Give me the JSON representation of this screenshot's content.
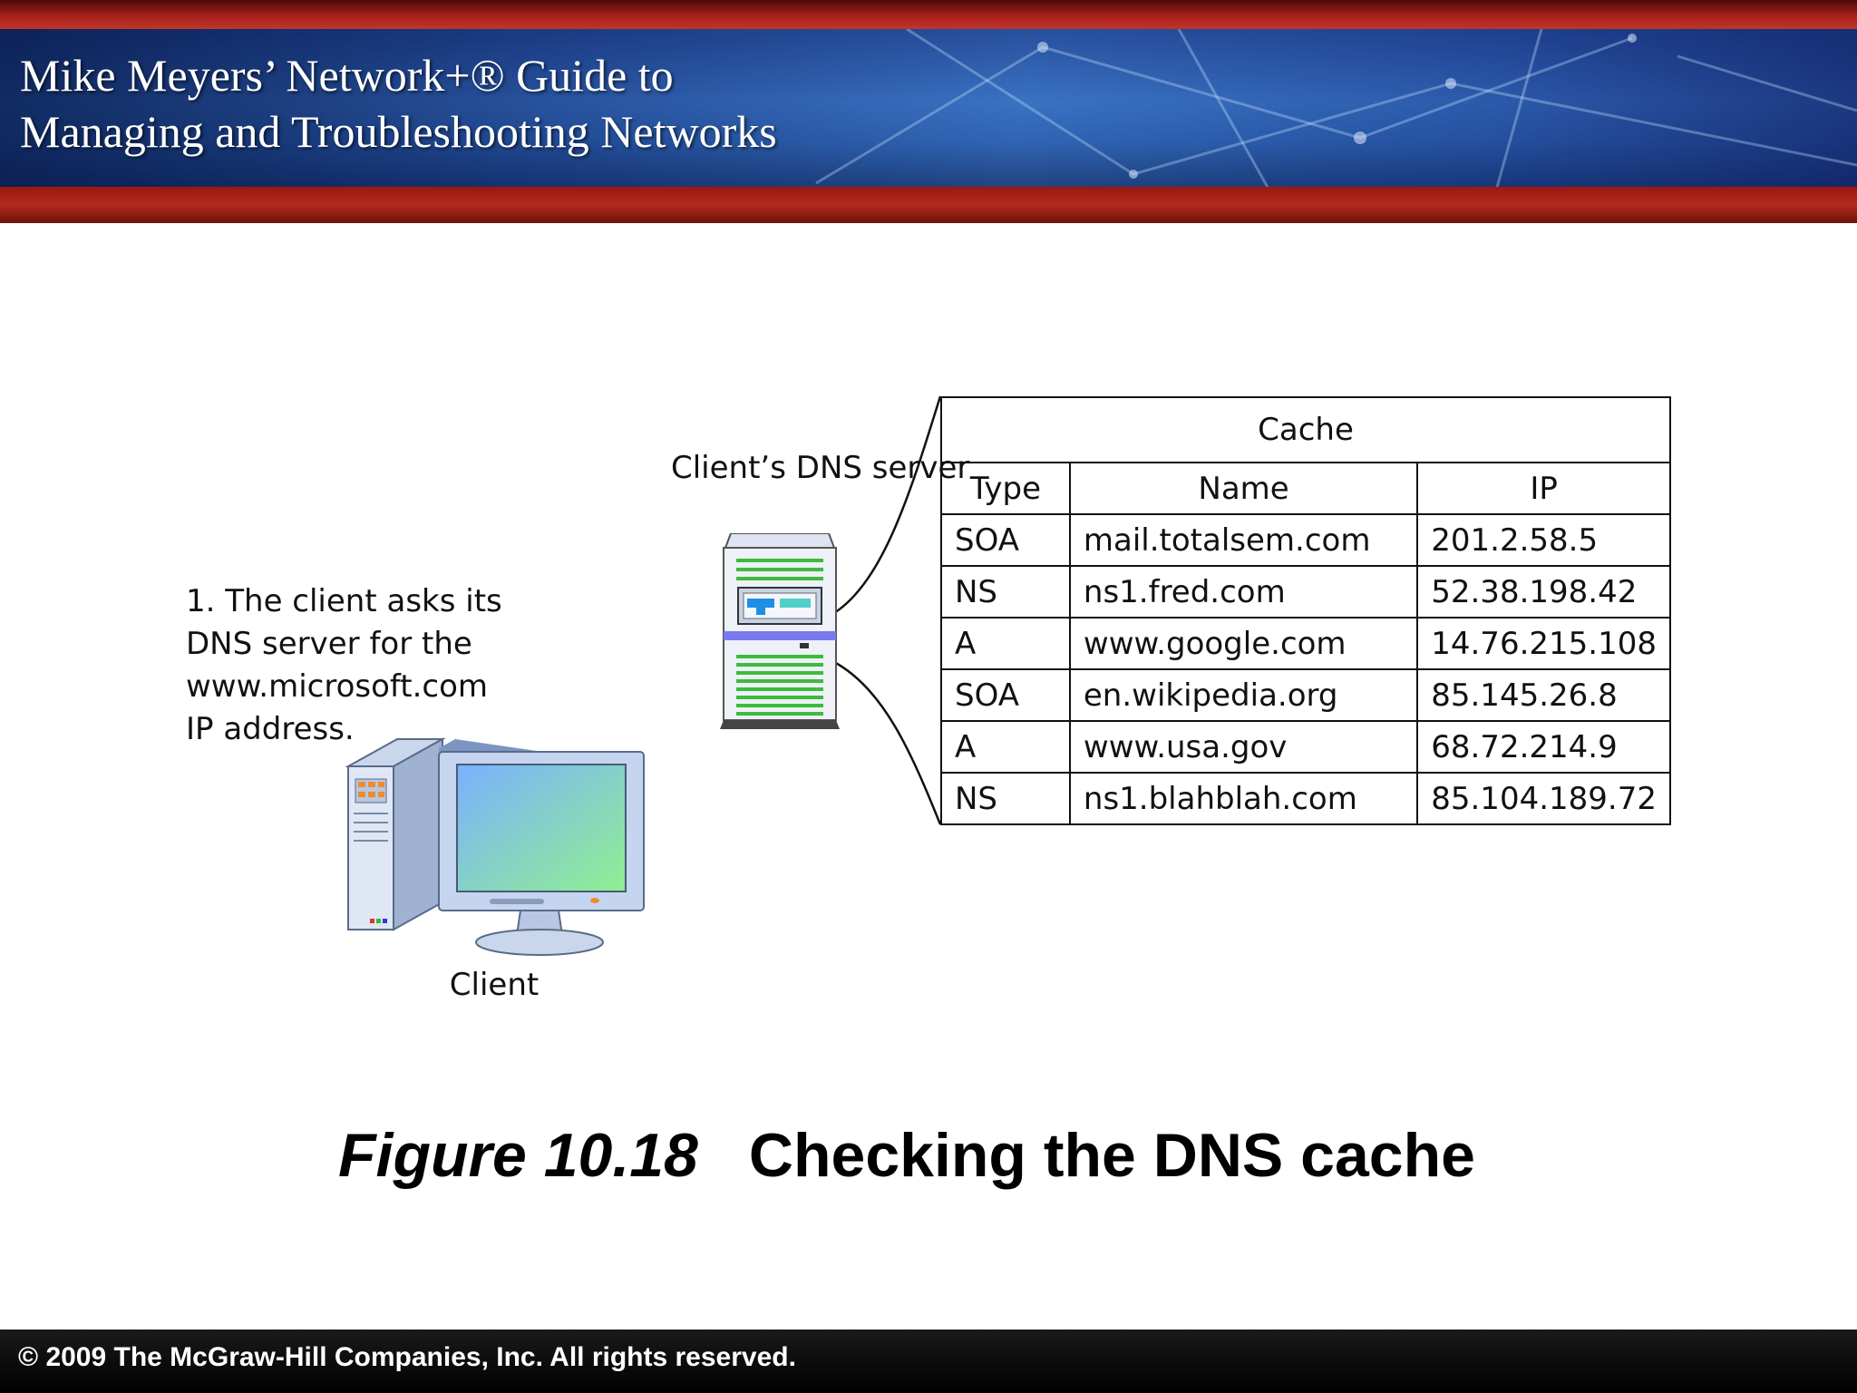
{
  "header": {
    "title_line1": "Mike Meyers’ Network+® Guide to",
    "title_line2": "Managing and Troubleshooting Networks"
  },
  "diagram": {
    "server_label": "Client’s DNS server",
    "client_label": "Client",
    "step_lines": [
      "1. The client asks its",
      "DNS server for the",
      "www.microsoft.com",
      "IP address."
    ]
  },
  "cache_table": {
    "caption": "Cache",
    "columns": [
      "Type",
      "Name",
      "IP"
    ],
    "rows": [
      {
        "type": "SOA",
        "name": "mail.totalsem.com",
        "ip": "201.2.58.5"
      },
      {
        "type": "NS",
        "name": "ns1.fred.com",
        "ip": "52.38.198.42"
      },
      {
        "type": "A",
        "name": "www.google.com",
        "ip": "14.76.215.108"
      },
      {
        "type": "SOA",
        "name": "en.wikipedia.org",
        "ip": "85.145.26.8"
      },
      {
        "type": "A",
        "name": "www.usa.gov",
        "ip": "68.72.214.9"
      },
      {
        "type": "NS",
        "name": "ns1.blahblah.com",
        "ip": "85.104.189.72"
      }
    ]
  },
  "caption": {
    "figure_number": "Figure 10.18",
    "title": "Checking the DNS cache"
  },
  "footer": {
    "copyright": "© 2009 The McGraw-Hill Companies, Inc. All rights reserved."
  },
  "icons": {
    "server": "dns-server-tower-icon",
    "client": "desktop-computer-icon"
  },
  "colors": {
    "banner_red": "#b32a1e",
    "banner_blue": "#2a5aa8",
    "server_green": "#3dbb3d",
    "server_stripe": "#7a7af0",
    "screen_gradient_start": "#7ab0ff",
    "screen_gradient_end": "#90f090"
  }
}
